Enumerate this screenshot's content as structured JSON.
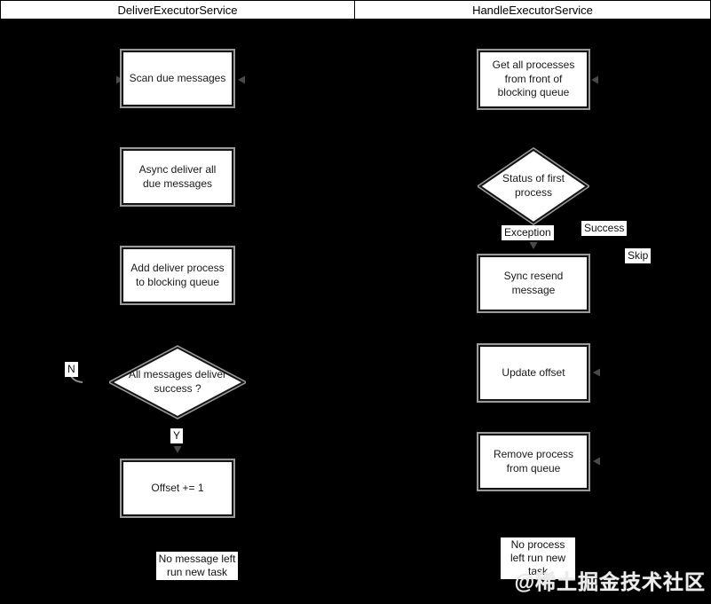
{
  "header": {
    "left_lane_title": "DeliverExecutorService",
    "right_lane_title": "HandleExecutorService"
  },
  "deliver_lane": {
    "step_scan": "Scan due messages",
    "step_async_deliver": "Async deliver all due messages",
    "step_add_process": "Add deliver process to blocking queue",
    "decision_all_delivered": "All messages deliver success ?",
    "step_offset": "Offset += 1",
    "branch_no": "N",
    "branch_yes": "Y",
    "loop_note": "No message left run new task"
  },
  "handle_lane": {
    "step_get_processes": "Get all processes from front of blocking queue",
    "decision_status": "Status of first process",
    "branch_exception": "Exception",
    "branch_success": "Success",
    "branch_skip": "Skip",
    "step_sync_resend": "Sync resend message",
    "step_update_offset": "Update offset",
    "step_remove_process": "Remove process from queue",
    "loop_note": "No process left run new task"
  },
  "watermark": "@稀土掘金技术社区",
  "colors": {
    "background": "#000000",
    "node_fill": "#ffffff",
    "node_border": "#141414",
    "node_halo": "#9b9b9b",
    "text": "#1a1a1a"
  }
}
